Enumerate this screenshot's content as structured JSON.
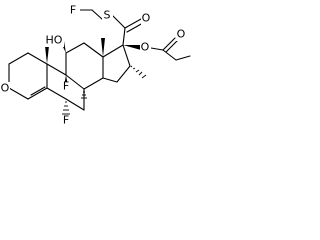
{
  "atom_labels": {
    "f_top": "F",
    "s_thio": "S",
    "o_carbonyl_c17": "O",
    "oh_c11": "HO",
    "o_c17_ester": "O",
    "o_propionate": "O",
    "f_c9": "F",
    "o_c3": "O",
    "f_c6": "F"
  },
  "colors": {
    "ink": "#000000",
    "background": "#ffffff"
  }
}
